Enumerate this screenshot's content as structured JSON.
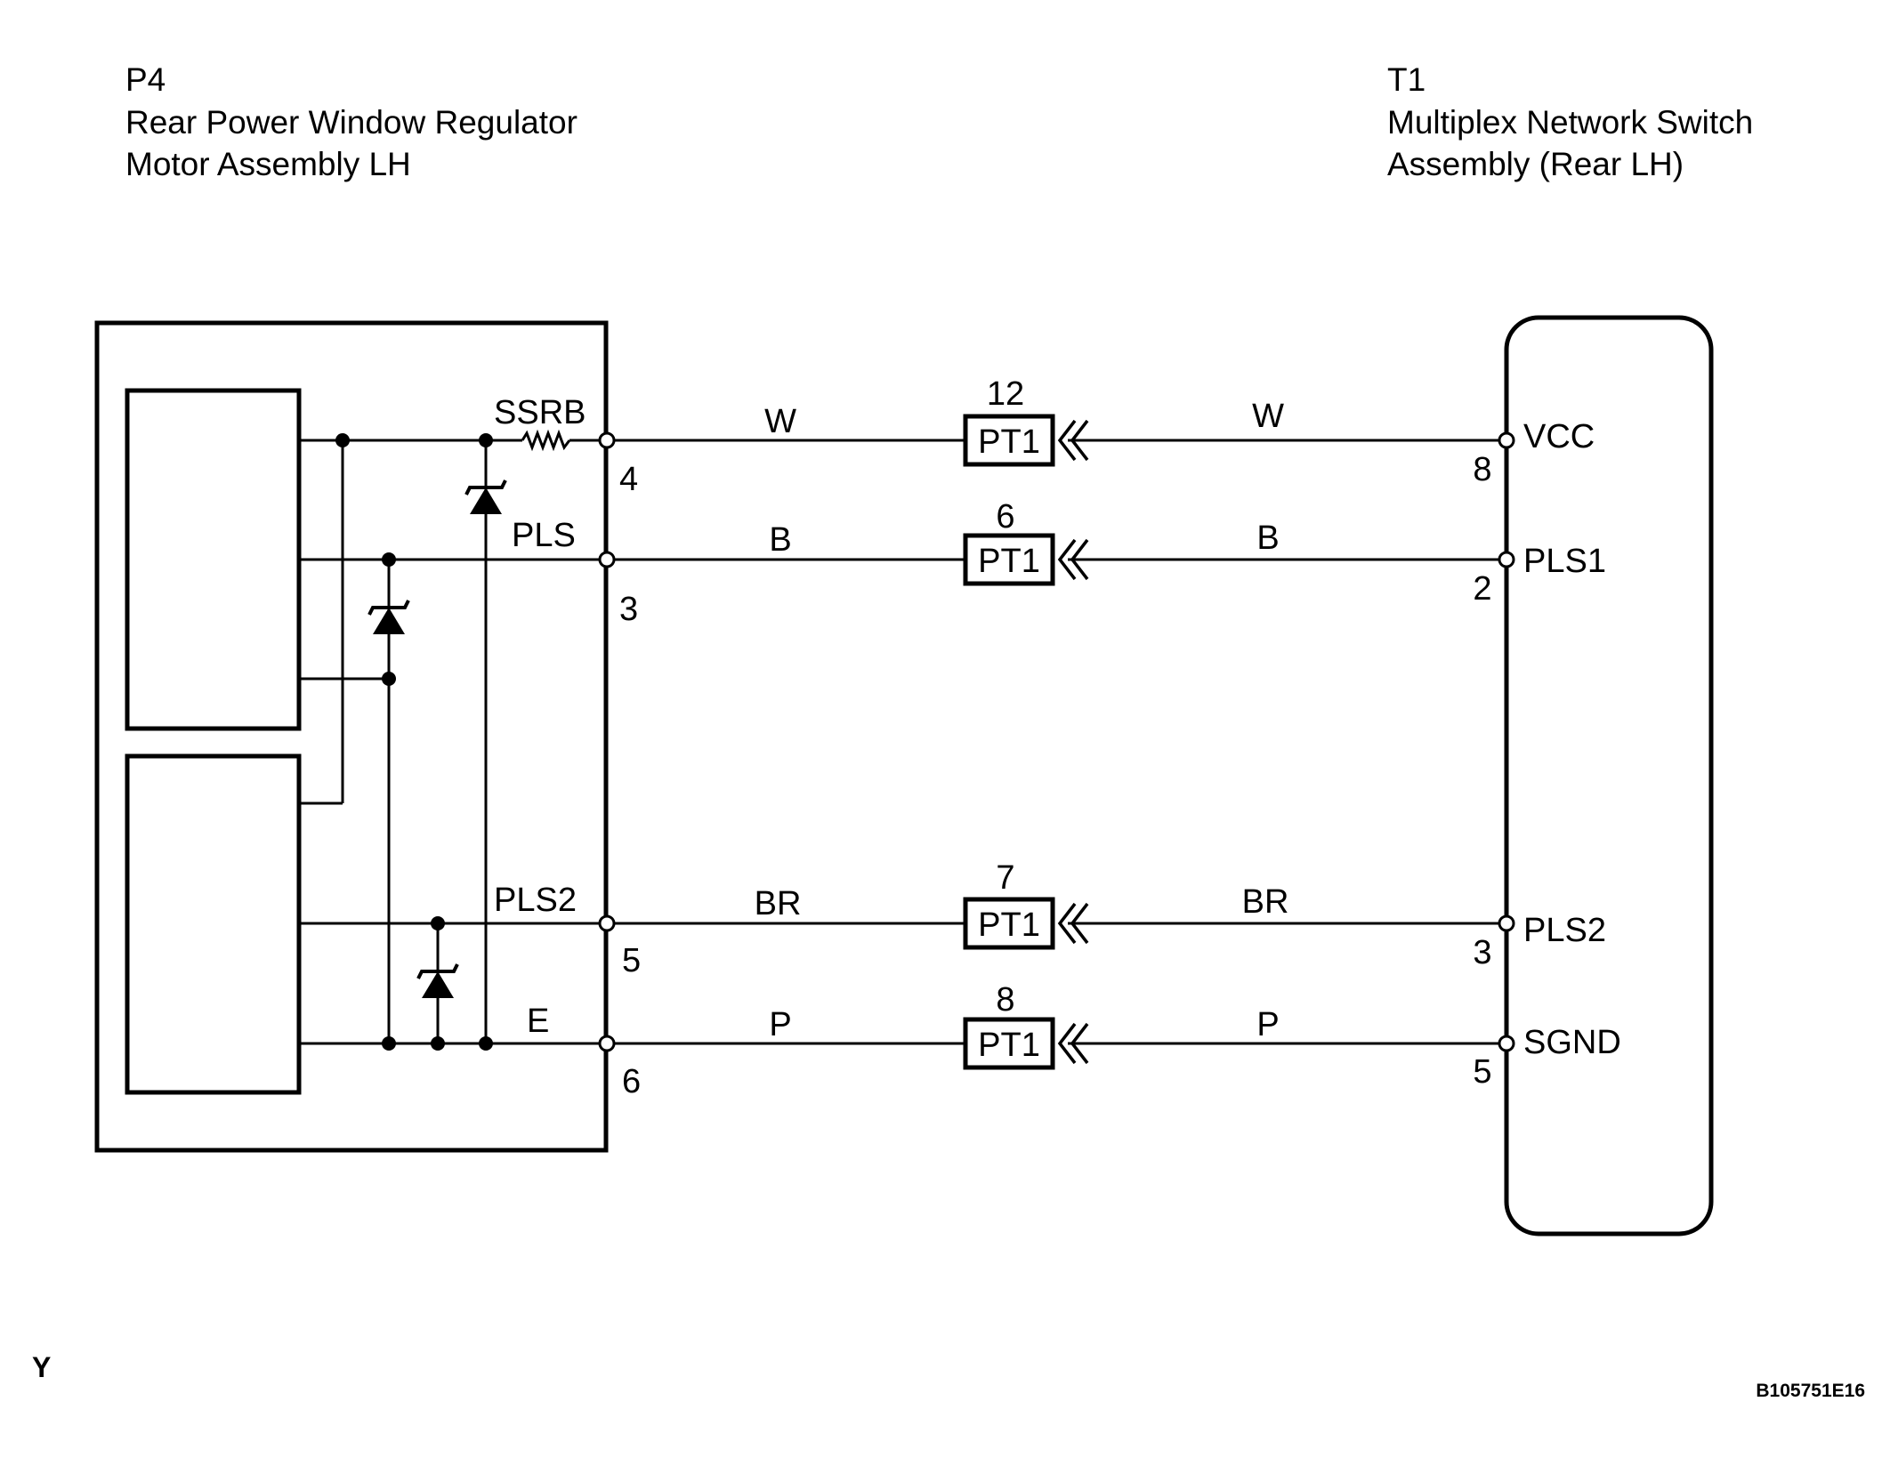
{
  "left_component": {
    "code": "P4",
    "name_line1": "Rear Power Window Regulator",
    "name_line2": "Motor Assembly LH"
  },
  "right_component": {
    "code": "T1",
    "name_line1": "Multiplex Network Switch",
    "name_line2": "Assembly (Rear LH)"
  },
  "wires": [
    {
      "left_pin_name": "SSRB",
      "left_pin_no": "4",
      "color_left": "W",
      "connector": "PT1",
      "connector_pin": "12",
      "color_right": "W",
      "right_pin_name": "VCC",
      "right_pin_no": "8"
    },
    {
      "left_pin_name": "PLS",
      "left_pin_no": "3",
      "color_left": "B",
      "connector": "PT1",
      "connector_pin": "6",
      "color_right": "B",
      "right_pin_name": "PLS1",
      "right_pin_no": "2"
    },
    {
      "left_pin_name": "PLS2",
      "left_pin_no": "5",
      "color_left": "BR",
      "connector": "PT1",
      "connector_pin": "7",
      "color_right": "BR",
      "right_pin_name": "PLS2",
      "right_pin_no": "3"
    },
    {
      "left_pin_name": "E",
      "left_pin_no": "6",
      "color_left": "P",
      "connector": "PT1",
      "connector_pin": "8",
      "color_right": "P",
      "right_pin_name": "SGND",
      "right_pin_no": "5"
    }
  ],
  "corner_mark": "Y",
  "figure_id": "B105751E16"
}
